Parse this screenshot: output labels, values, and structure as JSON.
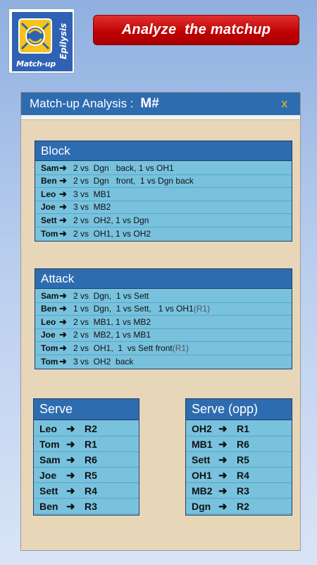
{
  "logo": {
    "bottom_text": "Match-up",
    "side_text": "Epilysis"
  },
  "analyze_button": {
    "label": "Analyze  the matchup"
  },
  "dialog": {
    "title": "Match-up Analysis :",
    "match_number": "M#",
    "close_label": "x"
  },
  "block": {
    "header": "Block",
    "rows": [
      {
        "player": "Sam",
        "text": "2 vs  Dgn   back, 1 vs OH1"
      },
      {
        "player": "Ben",
        "text": "2 vs  Dgn   front,  1 vs Dgn back"
      },
      {
        "player": "Leo",
        "text": "3 vs  MB1"
      },
      {
        "player": "Joe",
        "text": "3 vs  MB2"
      },
      {
        "player": "Sett",
        "text": "2 vs  OH2, 1 vs Dgn"
      },
      {
        "player": "Tom",
        "text": "2 vs  OH1, 1 vs OH2"
      }
    ]
  },
  "attack": {
    "header": "Attack",
    "rows": [
      {
        "player": "Sam",
        "text": "2 vs  Dgn,  1 vs Sett",
        "suffix": ""
      },
      {
        "player": "Ben",
        "text": "1 vs  Dgn,  1 vs Sett,   1 vs OH1",
        "suffix": "(R1)"
      },
      {
        "player": "Leo",
        "text": "2 vs  MB1, 1 vs MB2",
        "suffix": ""
      },
      {
        "player": "Joe",
        "text": "2 vs  MB2, 1 vs MB1",
        "suffix": ""
      },
      {
        "player": "Tom",
        "text": "2 vs  OH1,  1  vs Sett front",
        "suffix": "(R1)"
      },
      {
        "player": "Tom",
        "text": "3 vs  OH2  back",
        "suffix": ""
      }
    ]
  },
  "serve": {
    "header": "Serve",
    "rows": [
      {
        "player": "Leo",
        "rotation": "R2"
      },
      {
        "player": "Tom",
        "rotation": "R1"
      },
      {
        "player": "Sam",
        "rotation": "R6"
      },
      {
        "player": "Joe",
        "rotation": "R5"
      },
      {
        "player": "Sett",
        "rotation": "R4"
      },
      {
        "player": "Ben",
        "rotation": "R3"
      }
    ]
  },
  "serve_opp": {
    "header": "Serve (opp)",
    "rows": [
      {
        "player": "OH2",
        "rotation": "R1"
      },
      {
        "player": "MB1",
        "rotation": "R6"
      },
      {
        "player": "Sett",
        "rotation": "R5"
      },
      {
        "player": "OH1",
        "rotation": "R4"
      },
      {
        "player": "MB2",
        "rotation": "R3"
      },
      {
        "player": "Dgn",
        "rotation": "R2"
      }
    ]
  },
  "colors": {
    "header_blue": "#2e6cb0",
    "panel_cyan": "#78c2de",
    "body_tan": "#e8d6b8",
    "button_red": "#c00000",
    "close_yellow": "#f2c400"
  }
}
